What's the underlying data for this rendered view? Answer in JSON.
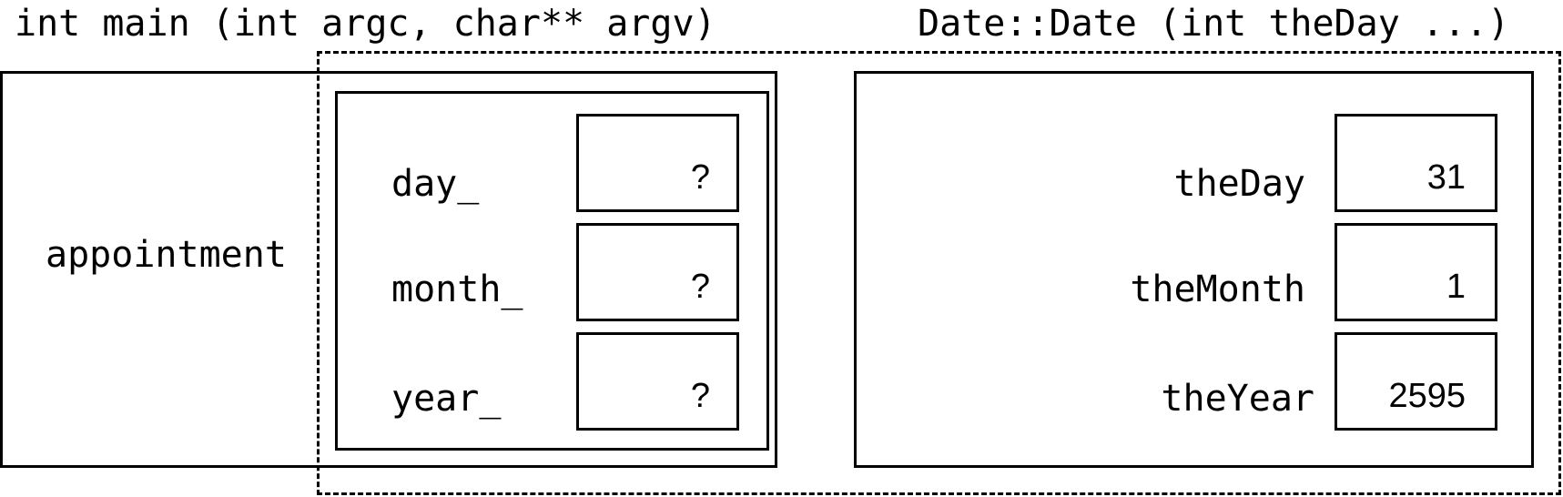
{
  "main_frame": {
    "title": "int main (int argc, char** argv)",
    "variable_label": "appointment",
    "fields": [
      {
        "label": "day_",
        "value": "?"
      },
      {
        "label": "month_",
        "value": "?"
      },
      {
        "label": "year_",
        "value": "?"
      }
    ]
  },
  "constructor_frame": {
    "title": "Date::Date (int theDay ...)",
    "params": [
      {
        "label": "theDay",
        "value": "31"
      },
      {
        "label": "theMonth",
        "value": "1"
      },
      {
        "label": "theYear",
        "value": "2595"
      }
    ]
  }
}
